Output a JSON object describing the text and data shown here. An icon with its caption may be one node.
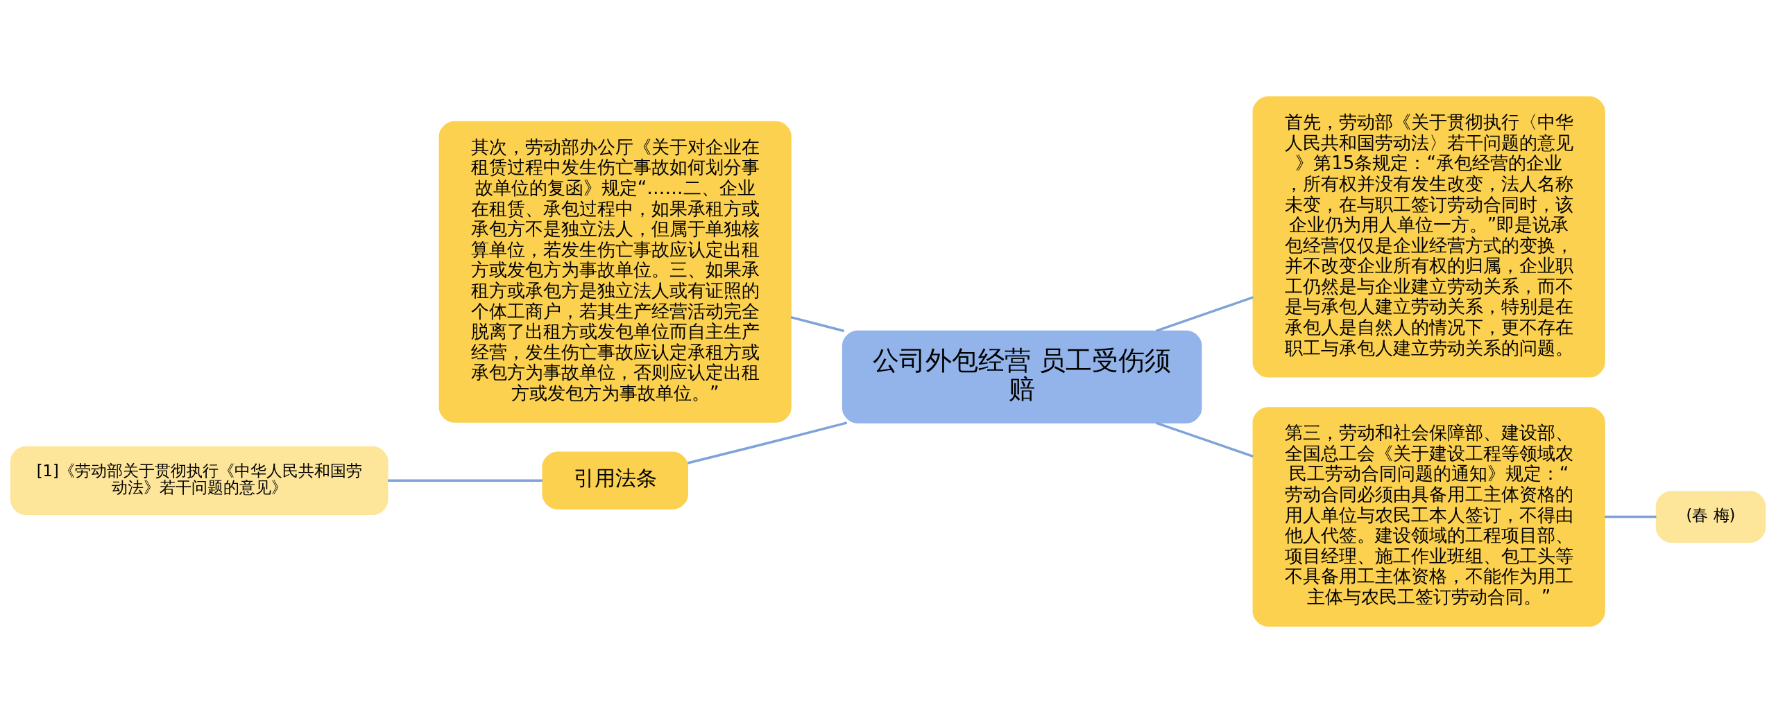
{
  "diagram": {
    "nodes": [
      {
        "text": [
          "公司外包经营 员工受伤须赔"
        ]
      },
      {
        "text": [
          "其次，劳动部办公厅《关于对企业在租赁过程中发生伤亡事故如何划分事故单位的复函》规定“……二、企业在租赁、承包过程中，如果承租方或承包方不是独立法人，但属于单独核算单位，若发生伤亡事故应认定出租方或发包方为事故单位。三、如果承租方或承包方是独立法人或有证照的个体工商户，若其生产经营活动完全脱离了出租方或发包单位而自主生产经营，发生伤亡事故应认定承租方或承包方为事故单位，否则应认定出租方或发包方为事故单位。”"
        ]
      },
      {
        "text": [
          "引用法条"
        ]
      },
      {
        "text": [
          "[1]《劳动部关于贯彻执行《中华人民共和国劳动法》若干问题的意见》"
        ]
      },
      {
        "text": [
          "首先，劳动部《关于贯彻执行〈中华人民共和国劳动法〉若干问题的意见》第15条规定：“承包经营的企业，所有权并没有发生改变，法人名称未变，在与职工签订劳动合同时，该企业仍为用人单位一方。”即是说承包经营仅仅是企业经营方式的变换，并不改变企业所有权的归属，企业职工仍然是与企业建立劳动关系，而不是与承包人建立劳动关系，特别是在承包人是自然人的情况下，更不存在职工与承包人建立劳动关系的问题。"
        ]
      },
      {
        "text": [
          "第三，劳动和社会保障部、建设部、全国总工会《关于建设工程等领域农民工劳动合同问题的通知》规定：“劳动合同必须由具备用工主体资格的用人单位与农民工本人签订，不得由他人代签。建设领域的工程项目部、项目经理、施工作业班组、包工头等不具备用工主体资格，不能作为用工主体与农民工签订劳动合同。”"
        ]
      },
      {
        "text": [
          "(春 梅)"
        ]
      }
    ],
    "edges": [
      {
        "from": 0,
        "to": 1,
        "arrow": "none"
      },
      {
        "from": 0,
        "to": 2,
        "arrow": "none"
      },
      {
        "from": 2,
        "to": 3,
        "arrow": "none"
      },
      {
        "from": 0,
        "to": 4,
        "arrow": "none"
      },
      {
        "from": 0,
        "to": 5,
        "arrow": "none"
      },
      {
        "from": 5,
        "to": 6,
        "arrow": "none"
      }
    ]
  }
}
